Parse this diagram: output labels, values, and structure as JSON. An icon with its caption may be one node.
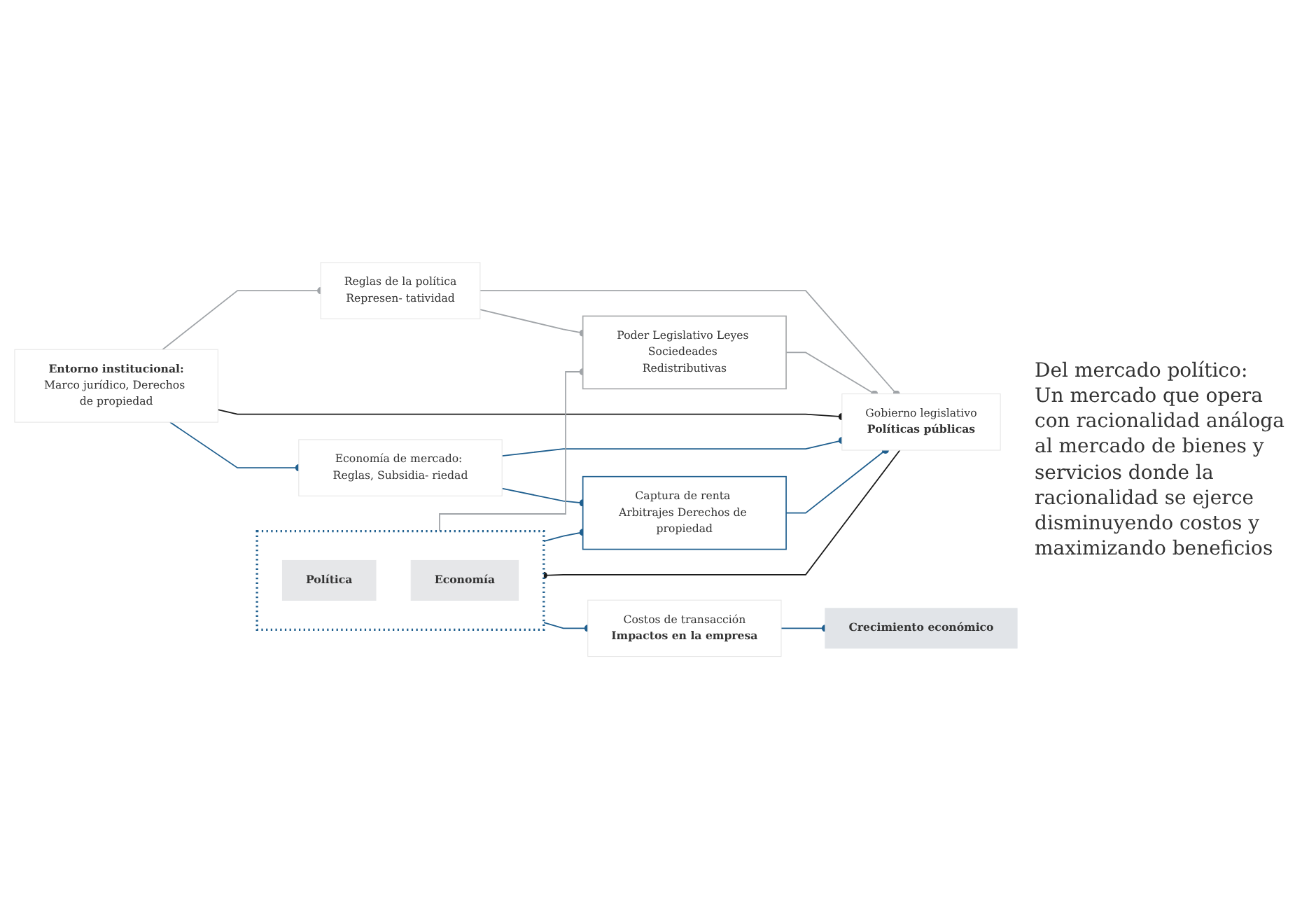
{
  "diagram": {
    "nodes": [
      {
        "text": [
          "Reglas de la política",
          "Represen- tatividad"
        ]
      },
      {
        "text": [
          "Poder Legislativo Leyes Sociedeades Redistributivas"
        ]
      },
      {
        "text": [
          "Entorno institucional:",
          "Marco jurídico, Derechos de propiedad"
        ]
      },
      {
        "text": [
          "Gobierno legislativo",
          "Políticas públicas"
        ]
      },
      {
        "text": [],
        "shape": "box"
      },
      {
        "text": [
          "Política"
        ],
        "in": 4
      },
      {
        "text": [
          "Economía"
        ],
        "in": 4
      },
      {
        "text": [
          "Costos de transacción",
          "Impactos en la empresa"
        ]
      },
      {
        "text": [
          "Crecimiento económico"
        ]
      },
      {
        "text": [
          "Economía de mercado: Reglas, Subsidia- riedad"
        ]
      },
      {
        "text": [
          "Captura de renta Arbitrajes Derechos de propiedad"
        ]
      }
    ],
    "edges": [
      {
        "from": 2,
        "to": 0,
        "arrow": "other",
        "color": "#a0a4a8"
      },
      {
        "from": 0,
        "to": 1,
        "arrow": "other",
        "color": "#a0a4a8"
      },
      {
        "from": 4,
        "to": 1,
        "arrow": "other",
        "color": "#a0a4a8"
      },
      {
        "from": 0,
        "to": 3,
        "arrow": "other",
        "color": "#a0a4a8"
      },
      {
        "from": 1,
        "to": 3,
        "arrow": "other",
        "color": "#a0a4a8"
      },
      {
        "from": 2,
        "to": 3,
        "arrow": "other",
        "color": "#1a1a1a"
      },
      {
        "from": 3,
        "to": 4,
        "arrow": "other",
        "color": "#1a1a1a"
      },
      {
        "from": 4,
        "to": 7,
        "arrow": "other"
      },
      {
        "from": 7,
        "to": 8,
        "arrow": "other"
      },
      {
        "from": 2,
        "to": 9,
        "arrow": "other"
      },
      {
        "from": 9,
        "to": 3,
        "arrow": "other"
      },
      {
        "from": 10,
        "to": 3,
        "arrow": "other"
      },
      {
        "from": 9,
        "to": 10,
        "arrow": "other"
      },
      {
        "from": 4,
        "to": 10,
        "arrow": "other"
      }
    ],
    "labels": [
      "Del mercado político:",
      "Un mercado que opera con racionalidad análoga al mercado de bienes y servicios donde la racionalidad se ejerce disminuyendo costos y maximizando beneficios"
    ]
  }
}
